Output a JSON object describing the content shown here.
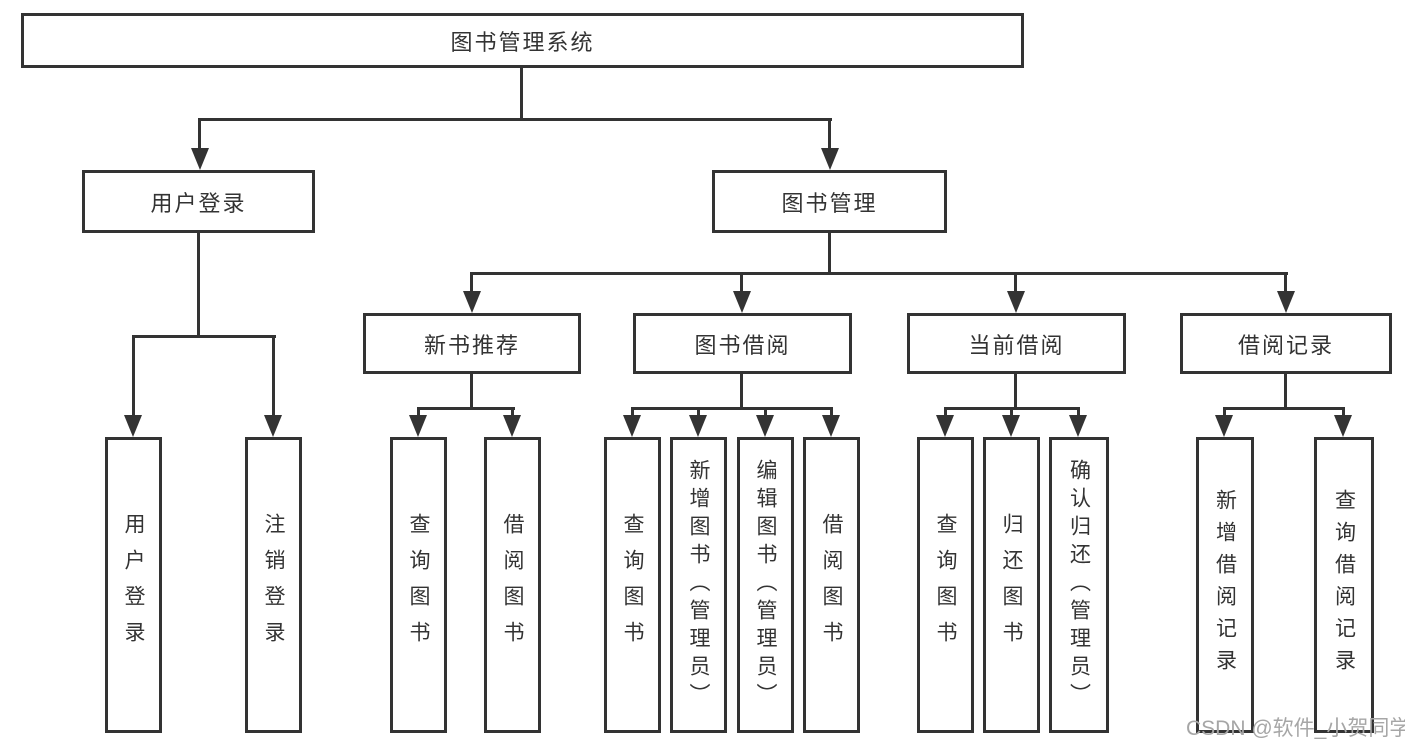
{
  "tree": {
    "label": "图书管理系统",
    "children": [
      {
        "label": "用户登录",
        "children": [
          {
            "label": "用户登录"
          },
          {
            "label": "注销登录"
          }
        ]
      },
      {
        "label": "图书管理",
        "children": [
          {
            "label": "新书推荐",
            "children": [
              {
                "label": "查询图书"
              },
              {
                "label": "借阅图书"
              }
            ]
          },
          {
            "label": "图书借阅",
            "children": [
              {
                "label": "查询图书"
              },
              {
                "label": "新增图书（管理员）"
              },
              {
                "label": "编辑图书（管理员）"
              },
              {
                "label": "借阅图书"
              }
            ]
          },
          {
            "label": "当前借阅",
            "children": [
              {
                "label": "查询图书"
              },
              {
                "label": "归还图书"
              },
              {
                "label": "确认归还（管理员）"
              }
            ]
          },
          {
            "label": "借阅记录",
            "children": [
              {
                "label": "新增借阅记录"
              },
              {
                "label": "查询借阅记录"
              }
            ]
          }
        ]
      }
    ]
  },
  "watermark": {
    "text": "CSDN @软件_小贺同学"
  },
  "colors": {
    "line": "#333333",
    "box_border": "#333333",
    "text": "#333333",
    "watermark": "#a6a6a6",
    "background": "#ffffff"
  }
}
